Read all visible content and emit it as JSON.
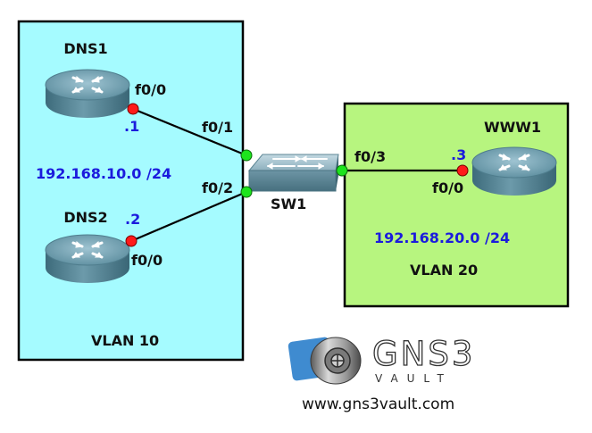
{
  "colors": {
    "vlan10_fill": "#a5fbff",
    "vlan20_fill": "#b7f57f",
    "link": "#000000",
    "port_up": "#1de41d",
    "port_router": "#ff1a1a",
    "subnet_text": "#1b1bdd",
    "host_text": "#1b1bdd",
    "label_text": "#111111"
  },
  "zones": [
    {
      "id": "vlan10",
      "name": "VLAN 10",
      "subnet": "192.168.10.0 /24"
    },
    {
      "id": "vlan20",
      "name": "VLAN 20",
      "subnet": "192.168.20.0 /24"
    }
  ],
  "devices": {
    "dns1": {
      "name": "DNS1",
      "type": "router-icon",
      "port": "f0/0",
      "host": ".1"
    },
    "dns2": {
      "name": "DNS2",
      "type": "router-icon",
      "port": "f0/0",
      "host": ".2"
    },
    "www1": {
      "name": "WWW1",
      "type": "router-icon",
      "port": "f0/0",
      "host": ".3"
    },
    "sw1": {
      "name": "SW1",
      "type": "switch-icon",
      "ports": [
        "f0/1",
        "f0/2",
        "f0/3"
      ]
    }
  },
  "links": [
    {
      "from": "DNS1 f0/0",
      "to": "SW1 f0/1"
    },
    {
      "from": "DNS2 f0/0",
      "to": "SW1 f0/2"
    },
    {
      "from": "WWW1 f0/0",
      "to": "SW1 f0/3"
    }
  ],
  "logo": {
    "word": "GNS3",
    "sub": "VAULT",
    "url": "www.gns3vault.com",
    "icon": "gns3vault-logo-icon"
  }
}
